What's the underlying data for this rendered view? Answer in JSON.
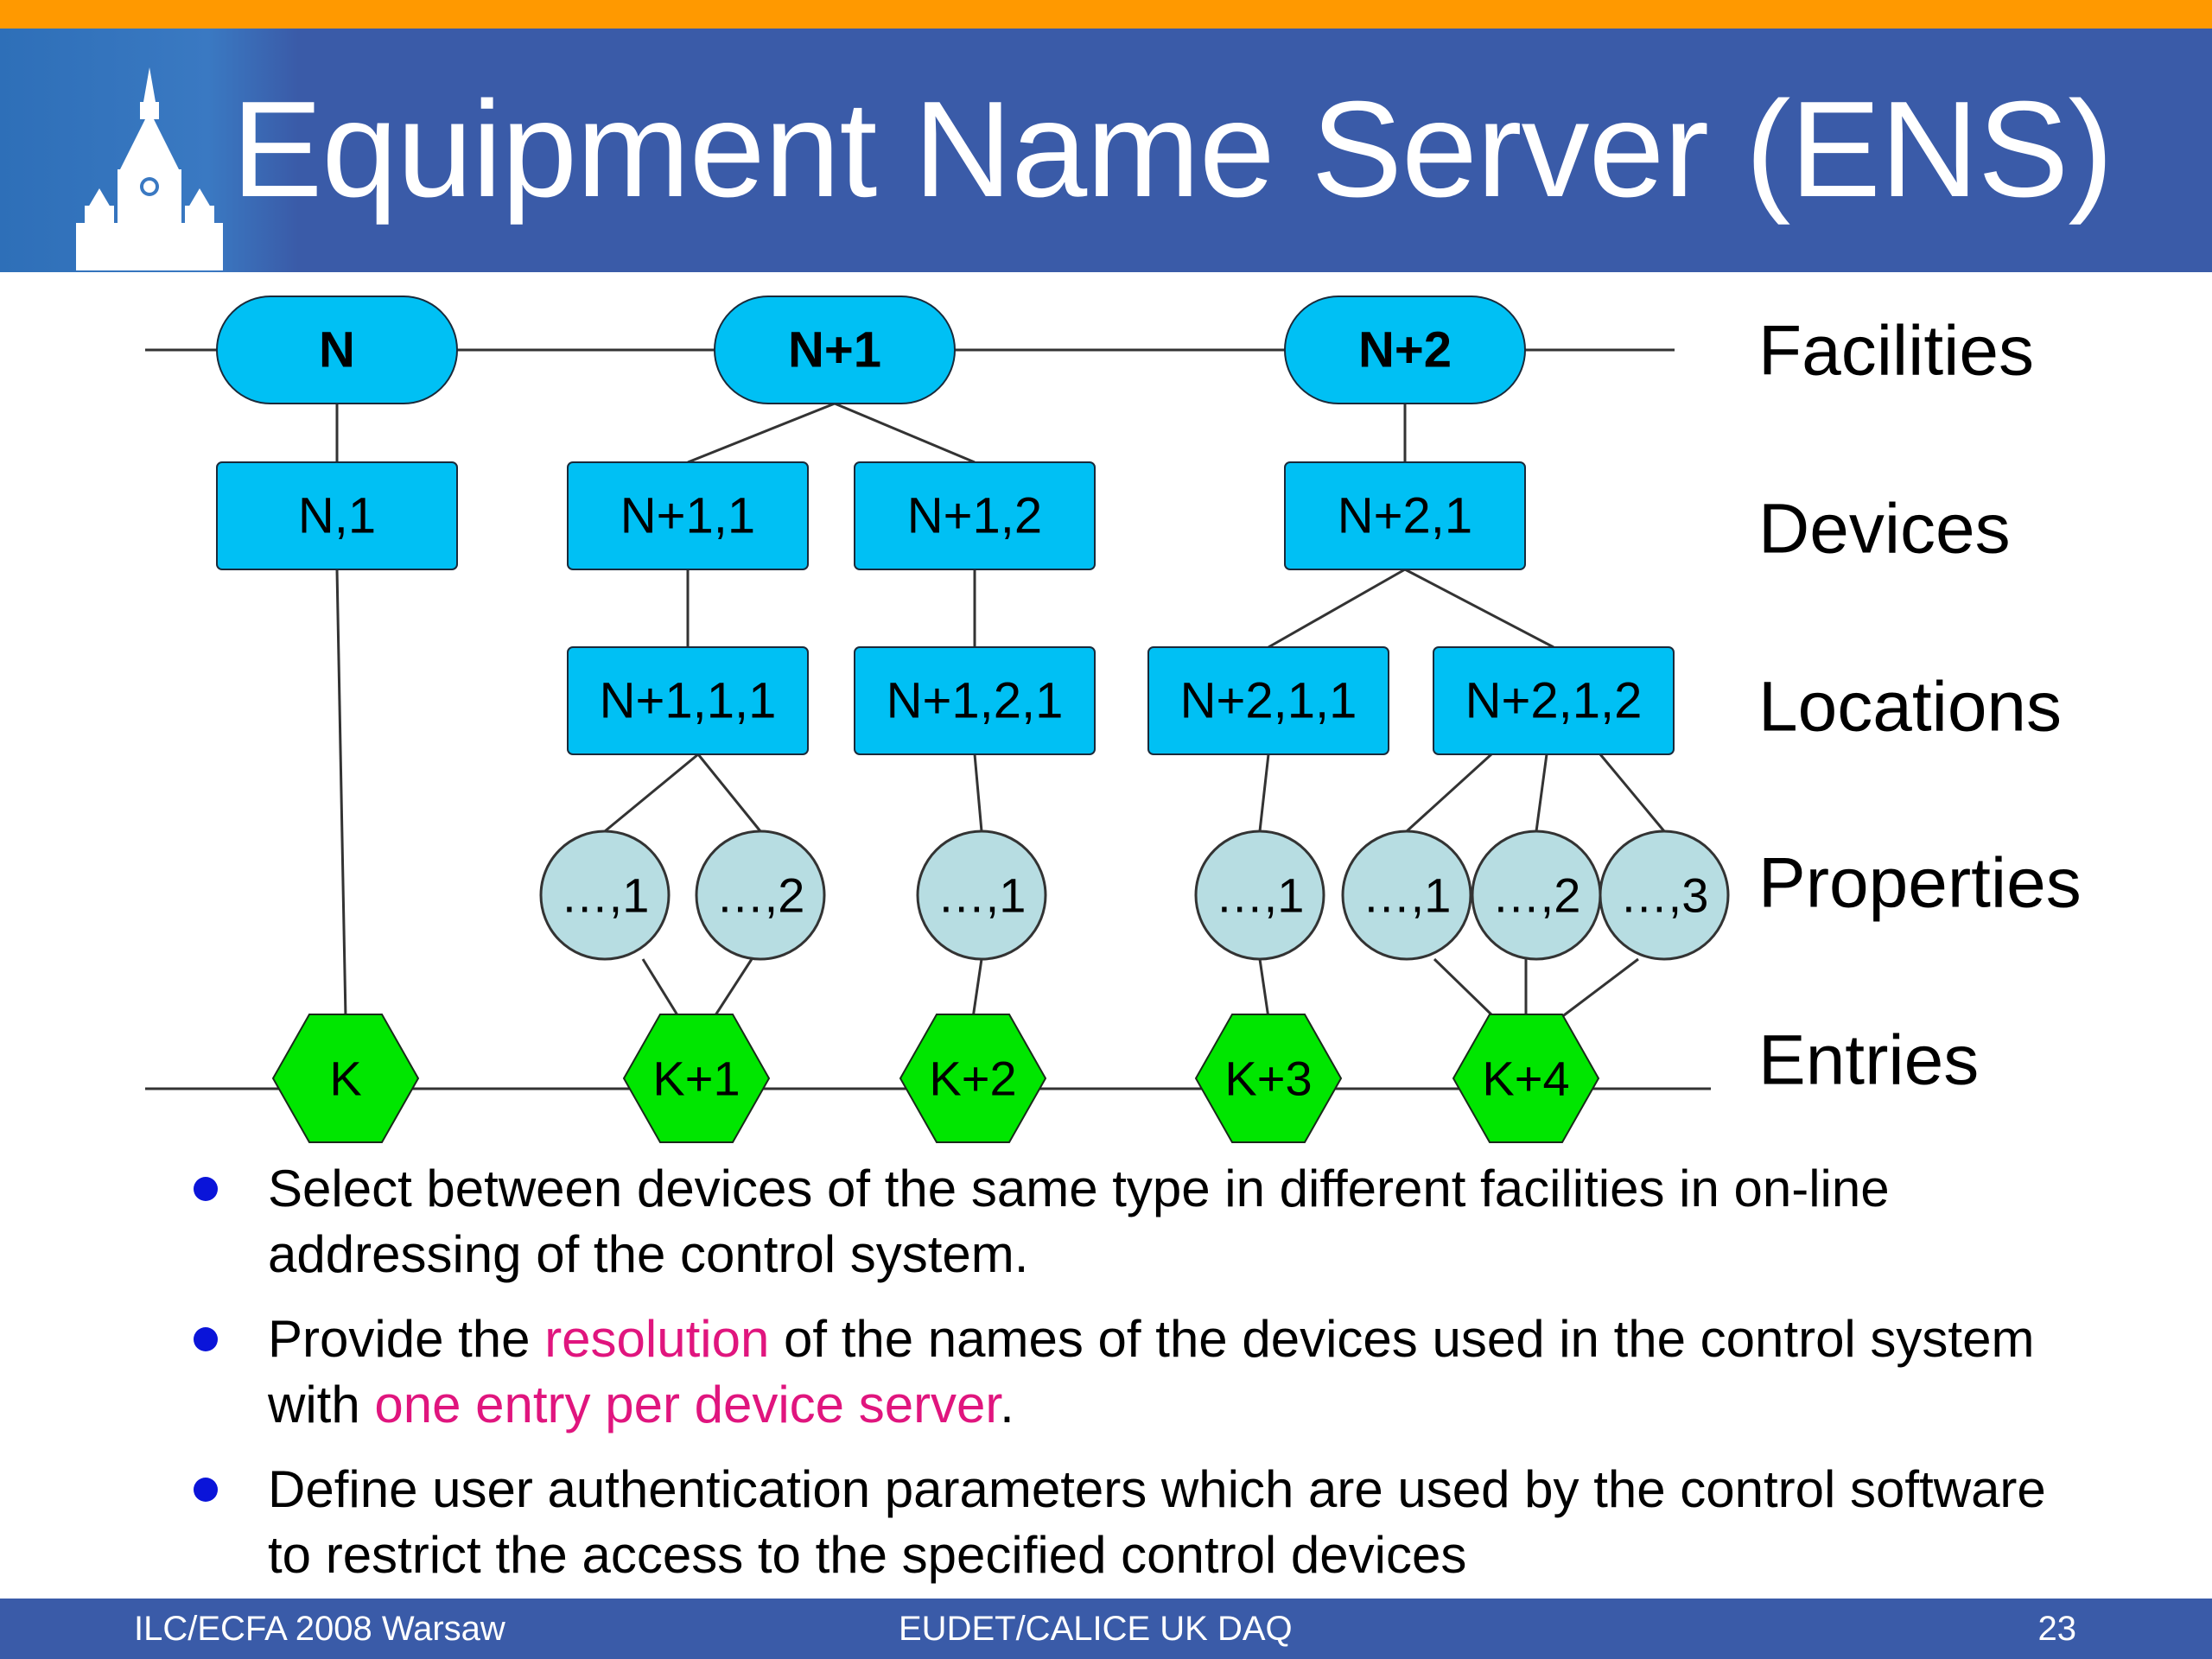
{
  "title": "Equipment Name Server (ENS)",
  "levels": [
    "Facilities",
    "Devices",
    "Locations",
    "Properties",
    "Entries"
  ],
  "facilities": [
    "N",
    "N+1",
    "N+2"
  ],
  "devices": [
    "N,1",
    "N+1,1",
    "N+1,2",
    "N+2,1"
  ],
  "locations": [
    "N+1,1,1",
    "N+1,2,1",
    "N+2,1,1",
    "N+2,1,2"
  ],
  "properties": [
    "…,1",
    "…,2",
    "…,1",
    "…,1",
    "…,1",
    "…,2",
    "…,3"
  ],
  "entries": [
    "K",
    "K+1",
    "K+2",
    "K+3",
    "K+4"
  ],
  "bullets": [
    {
      "text": "Select between devices of the same type in different facilities in on-line addressing of the control system."
    },
    {
      "pre": "Provide the ",
      "hl1": "resolution",
      "mid": " of the names of the devices used in the control system with ",
      "hl2": "one entry per device server",
      "post": "."
    },
    {
      "text": "Define user authentication parameters which are used by the control software to restrict the access to the specified control devices"
    }
  ],
  "footer": {
    "left": "ILC/ECFA 2008 Warsaw",
    "center": "EUDET/CALICE UK DAQ",
    "right": "23"
  },
  "colors": {
    "header": "#3a5ba8",
    "accent_stripe": "#ff9900",
    "node_blue": "#00c0f4",
    "property_fill": "#b7dde2",
    "entry_green": "#00e600",
    "highlight": "#e0157e",
    "bullet": "#0a14d9"
  }
}
